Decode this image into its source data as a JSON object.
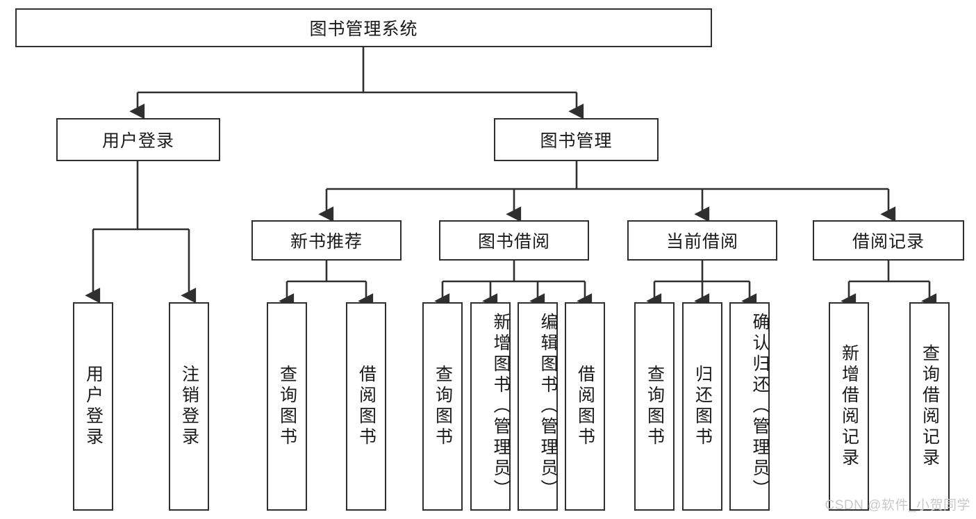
{
  "diagram": {
    "type": "tree",
    "title": "图书管理系统",
    "root": {
      "label": "图书管理系统",
      "orientation": "horizontal"
    },
    "level2": [
      {
        "label": "用户登录",
        "orientation": "horizontal"
      },
      {
        "label": "图书管理",
        "orientation": "horizontal"
      }
    ],
    "level3": [
      {
        "label": "新书推荐",
        "orientation": "horizontal",
        "parent": "图书管理"
      },
      {
        "label": "图书借阅",
        "orientation": "horizontal",
        "parent": "图书管理"
      },
      {
        "label": "当前借阅",
        "orientation": "horizontal",
        "parent": "图书管理"
      },
      {
        "label": "借阅记录",
        "orientation": "horizontal",
        "parent": "图书管理"
      }
    ],
    "leaves": {
      "user_login": [
        {
          "label": "用户登录",
          "orientation": "vertical",
          "align": "center"
        },
        {
          "label": "注销登录",
          "orientation": "vertical",
          "align": "center"
        }
      ],
      "new_book_recommend": [
        {
          "label": "查询图书",
          "orientation": "vertical",
          "align": "center"
        },
        {
          "label": "借阅图书",
          "orientation": "vertical",
          "align": "center"
        }
      ],
      "book_borrow": [
        {
          "label": "查询图书",
          "orientation": "vertical",
          "align": "center"
        },
        {
          "label": "新增图书（管理员）",
          "orientation": "vertical",
          "align": "top"
        },
        {
          "label": "编辑图书（管理员）",
          "orientation": "vertical",
          "align": "top"
        },
        {
          "label": "借阅图书",
          "orientation": "vertical",
          "align": "center"
        }
      ],
      "current_borrow": [
        {
          "label": "查询图书",
          "orientation": "vertical",
          "align": "center"
        },
        {
          "label": "归还图书",
          "orientation": "vertical",
          "align": "center"
        },
        {
          "label": "确认归还（管理员）",
          "orientation": "vertical",
          "align": "top"
        }
      ],
      "borrow_record": [
        {
          "label": "新增借阅记录",
          "orientation": "vertical",
          "align": "center"
        },
        {
          "label": "查询借阅记录",
          "orientation": "vertical",
          "align": "center"
        }
      ]
    },
    "colors": {
      "stroke": "#2f2f2f",
      "fill": "#ffffff",
      "text": "#1a1a1a",
      "watermark": "#c9c9c9"
    }
  },
  "watermark": {
    "text": "CSDN @软件_小贺同学"
  }
}
